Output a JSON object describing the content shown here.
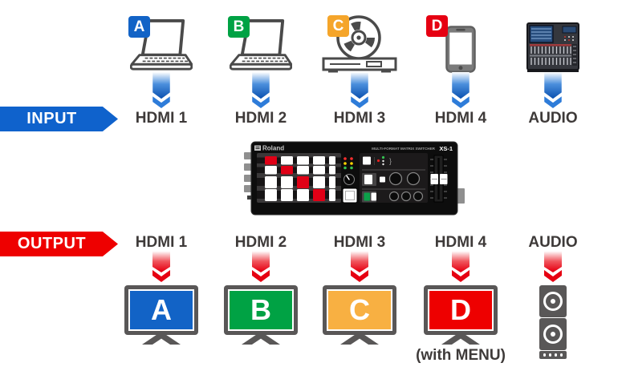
{
  "colors": {
    "input_accent": "#0f62cc",
    "output_accent": "#ee0000",
    "label_text": "#3e3a39",
    "device_gray": "#595757",
    "source_a_blue": "#1263c6",
    "source_b_green": "#00a244",
    "source_c_orange": "#f5a52a",
    "source_d_red": "#e60012"
  },
  "input_section": {
    "banner_label": "INPUT",
    "banner_color": "#0f62cc",
    "columns": [
      {
        "label": "HDMI 1",
        "device": "laptop",
        "badge": "A",
        "badge_color": "#1263c6"
      },
      {
        "label": "HDMI 2",
        "device": "laptop",
        "badge": "B",
        "badge_color": "#00a244"
      },
      {
        "label": "HDMI 3",
        "device": "dvd-player",
        "badge": "C",
        "badge_color": "#f5a52a"
      },
      {
        "label": "HDMI 4",
        "device": "smartphone",
        "badge": "D",
        "badge_color": "#e60012"
      },
      {
        "label": "AUDIO",
        "device": "audio-mixer"
      }
    ]
  },
  "switcher": {
    "brand": "Roland",
    "series": "MULTI-FORMAT MATRIX SWITCHER",
    "model": "XS-1",
    "selected_crosspoints": [
      [
        1,
        1
      ],
      [
        2,
        2
      ],
      [
        3,
        3
      ],
      [
        4,
        4
      ]
    ]
  },
  "output_section": {
    "banner_label": "OUTPUT",
    "banner_color": "#ee0000",
    "columns": [
      {
        "label": "HDMI 1",
        "device": "monitor",
        "letter": "A",
        "screen_color": "#1263c6"
      },
      {
        "label": "HDMI 2",
        "device": "monitor",
        "letter": "B",
        "screen_color": "#00a244"
      },
      {
        "label": "HDMI 3",
        "device": "monitor",
        "letter": "C",
        "screen_color": "#f8b042"
      },
      {
        "label": "HDMI 4",
        "device": "monitor",
        "letter": "D",
        "screen_color": "#ee0000",
        "note": "(with MENU)"
      },
      {
        "label": "AUDIO",
        "device": "speaker"
      }
    ]
  }
}
